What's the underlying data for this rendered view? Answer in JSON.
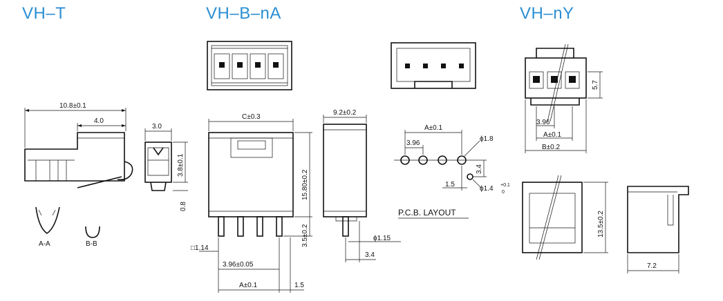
{
  "titles": {
    "vh_t": "VH–T",
    "vh_b_na": "VH–B–nA",
    "vh_ny": "VH–nY"
  },
  "terminal": {
    "dim_length": "10.8±0.1",
    "dim_4_0": "4.0",
    "dim_3_0": "3.0",
    "dim_3_8": "3.8±0.1",
    "dim_0_8": "0.8",
    "section_a": "A-A",
    "section_b": "B-B"
  },
  "header": {
    "dim_c": "C±0.3",
    "dim_9_2": "9.2±0.2",
    "dim_15_8": "15.80±0.2",
    "dim_3_5": "3.5±0.2",
    "dim_1_14": "□1.14",
    "dim_pitch": "3.96±0.05",
    "dim_a": "A±0.1",
    "dim_1_5": "1.5",
    "dim_pin": "ϕ1.15",
    "dim_3_4": "3.4"
  },
  "pcb": {
    "dim_a": "A±0.1",
    "dim_pitch": "3.96",
    "dim_hole": "ϕ1.8",
    "dim_3_4": "3.4",
    "dim_1_5": "1.5",
    "dim_boss": "ϕ1.4",
    "tol_upper": "+0.1",
    "tol_lower": "0",
    "caption": "P.C.B. LAYOUT"
  },
  "housing": {
    "dim_5_7": "5.7",
    "dim_pitch": "3.96",
    "dim_a": "A±0.1",
    "dim_b": "B±0.2",
    "dim_13_5": "13.5±0.2",
    "dim_7_2": "7.2"
  }
}
